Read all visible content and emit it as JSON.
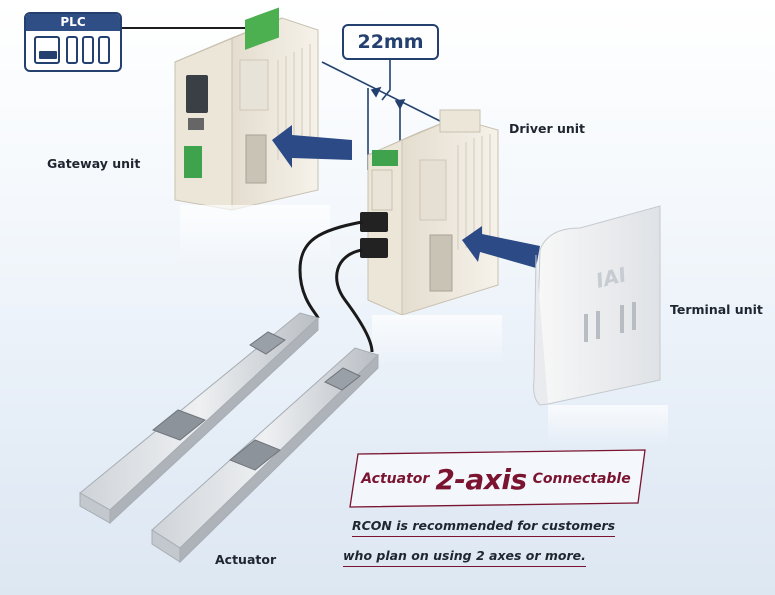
{
  "labels": {
    "plc": "PLC",
    "dimension": "22mm",
    "gateway": "Gateway unit",
    "driver": "Driver unit",
    "terminal": "Terminal unit",
    "actuator": "Actuator",
    "terminal_logo": "IAI"
  },
  "banner": {
    "prefix": "Actuator",
    "emphasis": "2-axis",
    "suffix": "Connectable"
  },
  "note": {
    "line1": "RCON is recommended for customers",
    "line2": "who plan on using 2 axes or more."
  },
  "colors": {
    "navy": "#24406f",
    "arrow": "#2b4a86",
    "accent": "#7a1430",
    "unit_body": "#f2ede2",
    "connector_green": "#3fa34d"
  }
}
